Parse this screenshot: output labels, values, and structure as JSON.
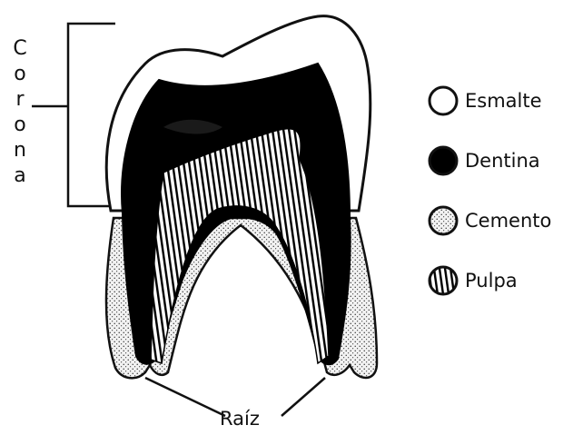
{
  "crown_label": "Corona",
  "root_label": "Raíz",
  "legend": [
    {
      "label": "Esmalte",
      "pattern": "white"
    },
    {
      "label": "Dentina",
      "pattern": "black"
    },
    {
      "label": "Cemento",
      "pattern": "dots"
    },
    {
      "label": "Pulpa",
      "pattern": "stripes"
    }
  ],
  "colors": {
    "ink": "#111111",
    "enamel": "#ffffff",
    "dentin": "#000000",
    "cementum_base": "#ececec"
  }
}
